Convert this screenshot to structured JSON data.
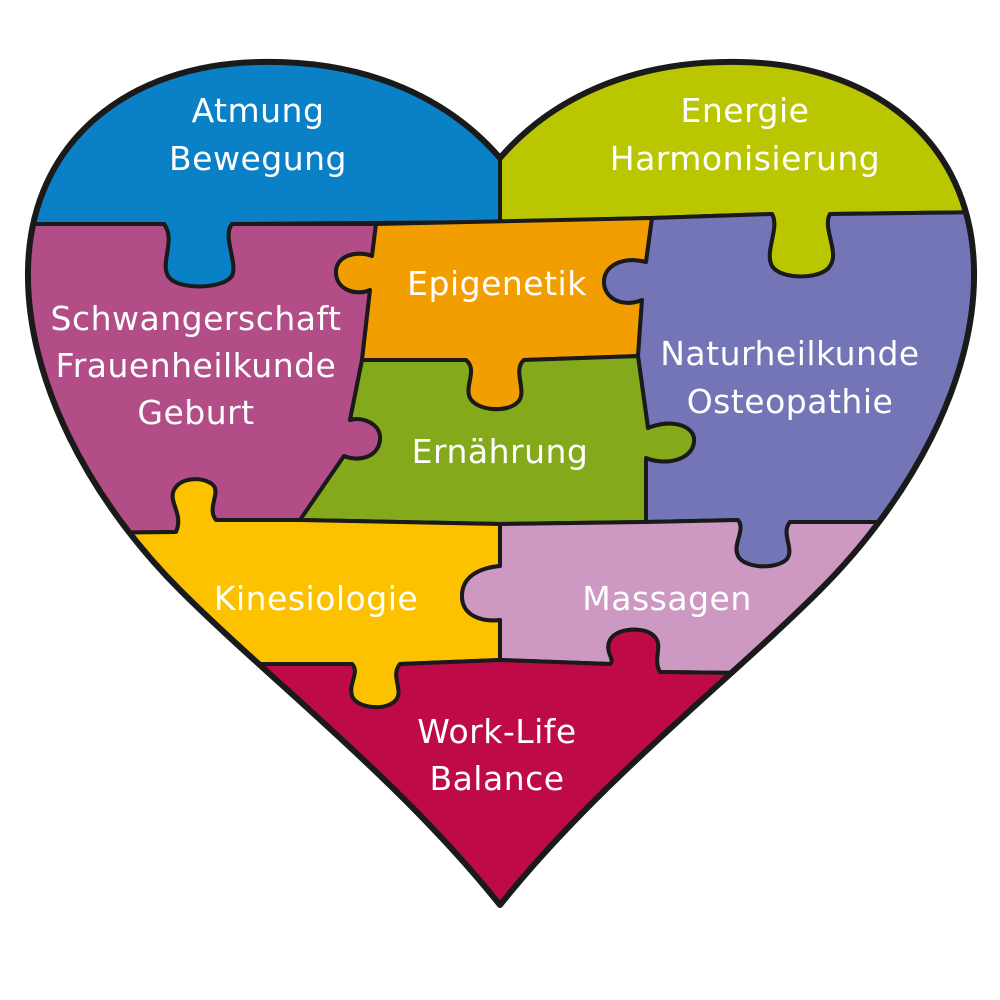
{
  "pieces": [
    {
      "id": "atmung",
      "lines": [
        "Atmung",
        "Bewegung"
      ],
      "color": "#0a81c6"
    },
    {
      "id": "energie",
      "lines": [
        "Energie",
        "Harmonisierung"
      ],
      "color": "#bac700"
    },
    {
      "id": "schwanger",
      "lines": [
        "Schwangerschaft",
        "Frauenheilkunde",
        "Geburt"
      ],
      "color": "#b24d88"
    },
    {
      "id": "epigenetik",
      "lines": [
        "Epigenetik"
      ],
      "color": "#f29e00"
    },
    {
      "id": "natur",
      "lines": [
        "Naturheilkunde",
        "Osteopathie"
      ],
      "color": "#7475b7"
    },
    {
      "id": "ernaehrung",
      "lines": [
        "Ernährung"
      ],
      "color": "#84a91a"
    },
    {
      "id": "kinesiologie",
      "lines": [
        "Kinesiologie"
      ],
      "color": "#fcc200"
    },
    {
      "id": "massagen",
      "lines": [
        "Massagen"
      ],
      "color": "#cd98c2"
    },
    {
      "id": "worklife",
      "lines": [
        "Work-Life",
        "Balance"
      ],
      "color": "#be0b47"
    }
  ]
}
